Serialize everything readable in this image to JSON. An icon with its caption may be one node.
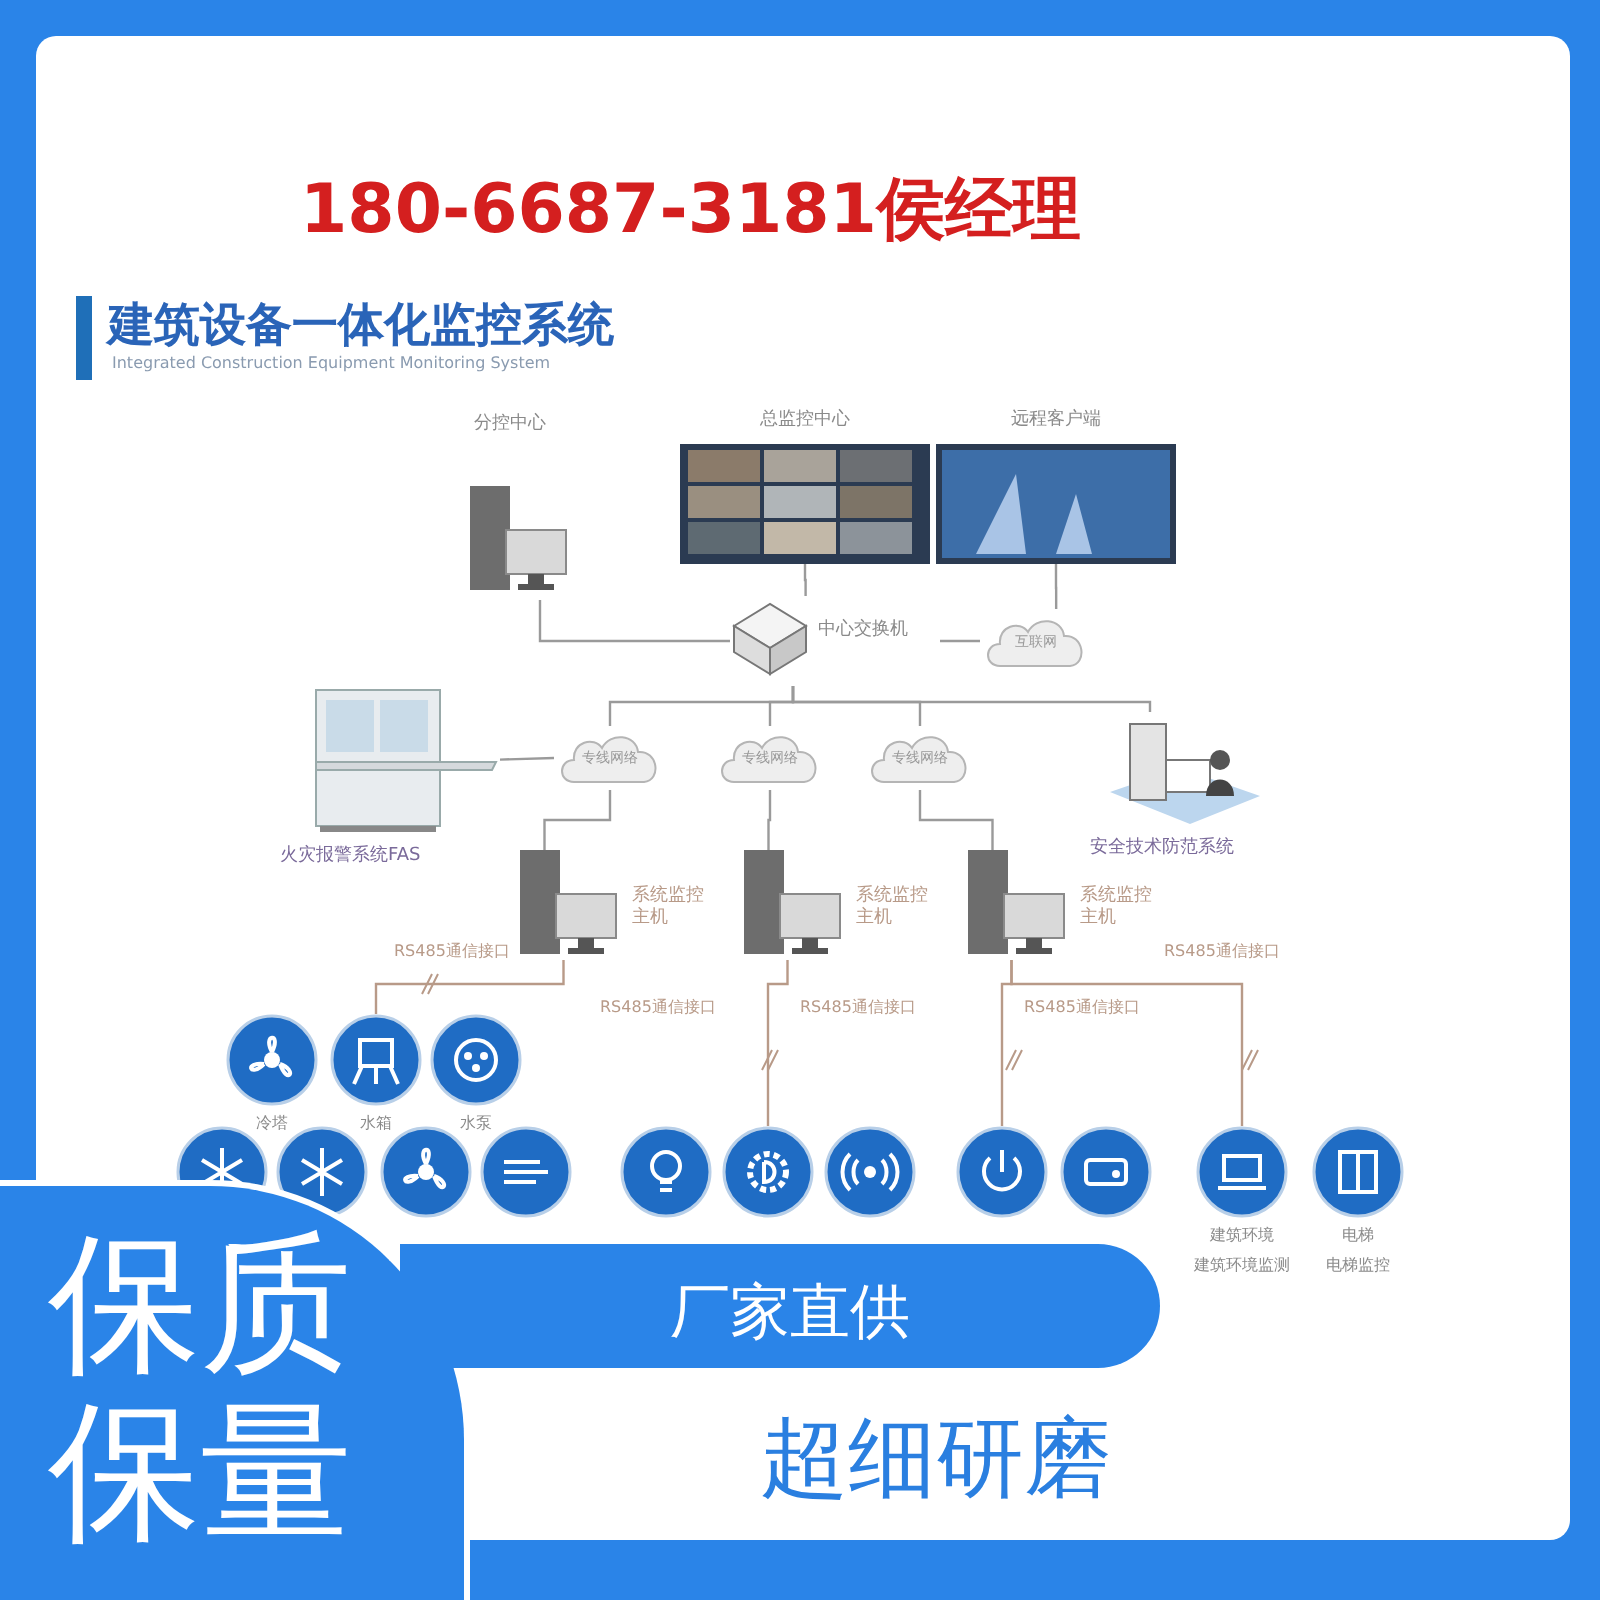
{
  "diagram": {
    "title": "建筑设备一体化监控系统",
    "nodes": [
      {
        "text": [
          "分控中心"
        ]
      },
      {
        "text": [
          "总监控中心"
        ]
      },
      {
        "text": [
          "远程客户端"
        ]
      },
      {
        "text": [
          "中心交换机"
        ]
      },
      {
        "text": [
          "互联网"
        ]
      },
      {
        "text": [
          "专线网络"
        ]
      },
      {
        "text": [
          "专线网络"
        ]
      },
      {
        "text": [
          "专线网络"
        ]
      },
      {
        "text": [
          "火灾报警系统FAS"
        ]
      },
      {
        "text": [
          "安全技术防范系统"
        ]
      },
      {
        "text": [
          "系统监控主机"
        ]
      },
      {
        "text": [
          "系统监控主机"
        ]
      },
      {
        "text": [
          "系统监控主机"
        ]
      },
      {
        "text": [
          "冷塔"
        ]
      },
      {
        "text": [
          "水箱"
        ]
      },
      {
        "text": [
          "水泵"
        ]
      },
      {
        "text": [],
        "shape": "circle"
      },
      {
        "text": [],
        "shape": "circle"
      },
      {
        "text": [],
        "shape": "circle"
      },
      {
        "text": [],
        "shape": "circle"
      },
      {
        "text": [],
        "shape": "circle"
      },
      {
        "text": [],
        "shape": "circle"
      },
      {
        "text": [],
        "shape": "circle"
      },
      {
        "text": [],
        "shape": "circle"
      },
      {
        "text": [],
        "shape": "circle"
      },
      {
        "text": [
          "建筑环境"
        ],
        "beside": [
          "建筑环境监测"
        ]
      },
      {
        "text": [
          "电梯"
        ],
        "beside": [
          "电梯监控"
        ]
      }
    ],
    "edges": [
      {
        "from": 0,
        "to": 3,
        "arrow": "none"
      },
      {
        "from": 1,
        "to": 3,
        "arrow": "none"
      },
      {
        "from": 2,
        "to": 4,
        "arrow": "none"
      },
      {
        "from": 3,
        "to": 4,
        "arrow": "none"
      },
      {
        "from": 3,
        "to": 5,
        "arrow": "none"
      },
      {
        "from": 3,
        "to": 6,
        "arrow": "none"
      },
      {
        "from": 3,
        "to": 7,
        "arrow": "none"
      },
      {
        "from": 3,
        "to": 9,
        "arrow": "none"
      },
      {
        "from": 8,
        "to": 5,
        "arrow": "none"
      },
      {
        "from": 5,
        "to": 10,
        "arrow": "none"
      },
      {
        "from": 6,
        "to": 11,
        "arrow": "none"
      },
      {
        "from": 7,
        "to": 12,
        "arrow": "none"
      },
      {
        "from": 10,
        "to": 14,
        "arrow": "none",
        "color": "#b89a88"
      },
      {
        "from": 11,
        "to": 21,
        "arrow": "none",
        "color": "#b89a88"
      },
      {
        "from": 12,
        "to": 23,
        "arrow": "none",
        "color": "#b89a88"
      },
      {
        "from": 12,
        "to": 25,
        "arrow": "none",
        "color": "#b89a88"
      }
    ],
    "labels": [
      "180-6687-3181侯经理",
      "Integrated Construction Equipment Monitoring System",
      "RS485通信接口",
      "RS485通信接口",
      "RS485通信接口",
      "RS485通信接口",
      "RS485通信接口",
      "保质保量",
      "厂家直供",
      "超细研磨"
    ]
  }
}
